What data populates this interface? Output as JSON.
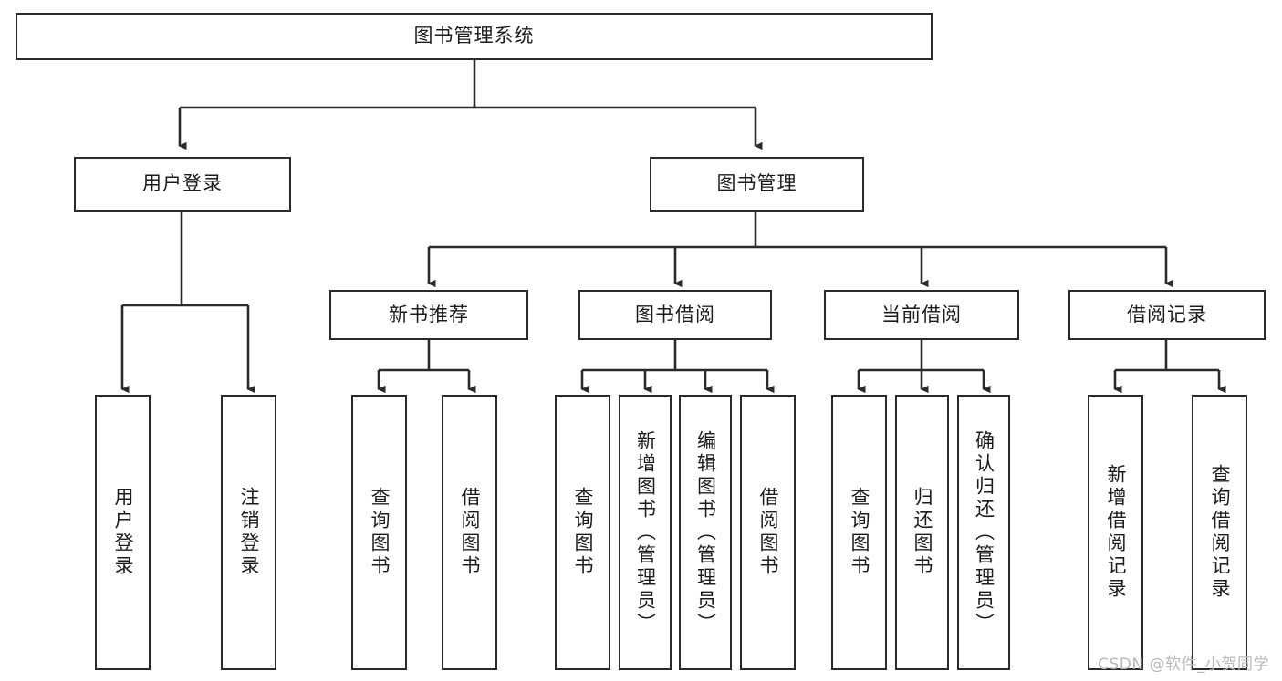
{
  "diagram": {
    "title": "图书管理系统",
    "type": "tree-hierarchy",
    "colors": {
      "box_border": "#2b2b2b",
      "box_fill": "#ffffff",
      "connector": "#2b2b2b",
      "text": "#1c1c1c",
      "watermark": "#b9b9b9"
    },
    "root": {
      "label": "图书管理系统"
    },
    "level2": [
      {
        "label": "用户登录"
      },
      {
        "label": "图书管理"
      }
    ],
    "level3": [
      {
        "label": "新书推荐"
      },
      {
        "label": "图书借阅"
      },
      {
        "label": "当前借阅"
      },
      {
        "label": "借阅记录"
      }
    ],
    "leaves": {
      "user_login": [
        {
          "label": "用户登录"
        },
        {
          "label": "注销登录"
        }
      ],
      "new_book_recommend": [
        {
          "label": "查询图书"
        },
        {
          "label": "借阅图书"
        }
      ],
      "book_borrow": [
        {
          "label": "查询图书"
        },
        {
          "label": "新增图书（管理员）"
        },
        {
          "label": "编辑图书（管理员）"
        },
        {
          "label": "借阅图书"
        }
      ],
      "current_borrow": [
        {
          "label": "查询图书"
        },
        {
          "label": "归还图书"
        },
        {
          "label": "确认归还（管理员）"
        }
      ],
      "borrow_record": [
        {
          "label": "新增借阅记录"
        },
        {
          "label": "查询借阅记录"
        }
      ]
    },
    "watermark": "CSDN @软件_小贺同学"
  }
}
